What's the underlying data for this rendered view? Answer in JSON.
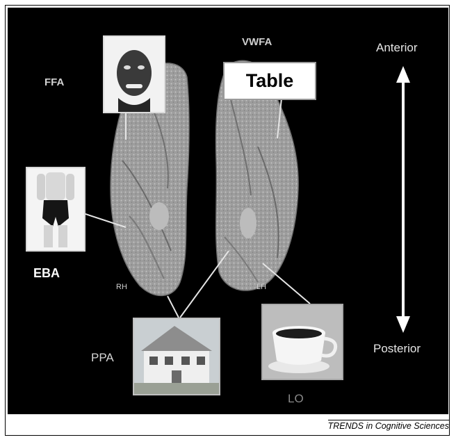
{
  "labels": {
    "ffa": "FFA",
    "vwfa": "VWFA",
    "table_word": "Table",
    "eba": "EBA",
    "ppa": "PPA",
    "lo": "LO",
    "rh": "RH",
    "lh": "LH",
    "anterior": "Anterior",
    "posterior": "Posterior"
  },
  "footer": {
    "source": "TRENDS in Cognitive Sciences"
  },
  "icons": {
    "face": "face-photo-icon",
    "body": "body-photo-icon",
    "house": "house-photo-icon",
    "cup": "coffee-cup-photo-icon"
  },
  "colors": {
    "background": "#000000",
    "brain": "#a9a9a9",
    "arrow": "#ffffff",
    "label": "#d2d2d2"
  }
}
